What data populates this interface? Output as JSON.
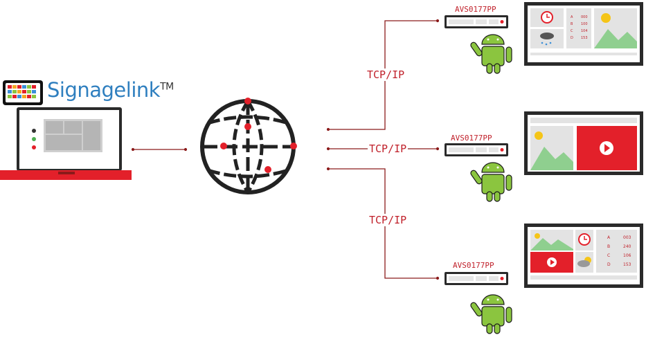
{
  "brand": {
    "name": "Signagelink",
    "trademark": "TM"
  },
  "connections": [
    {
      "protocol_label": "TCP/IP",
      "device_label": "AVS0177PP"
    },
    {
      "protocol_label": "TCP/IP",
      "device_label": "AVS0177PP"
    },
    {
      "protocol_label": "TCP/IP",
      "device_label": "AVS0177PP"
    }
  ],
  "screens": {
    "top_table": {
      "rows": [
        [
          "A",
          "000"
        ],
        [
          "B",
          "100"
        ],
        [
          "C",
          "104"
        ],
        [
          "D",
          "153"
        ]
      ]
    },
    "bottom_table": {
      "rows": [
        [
          "A",
          "003"
        ],
        [
          "B",
          "240"
        ],
        [
          "C",
          "106"
        ],
        [
          "D",
          "153"
        ]
      ]
    }
  },
  "colors": {
    "accent_red": "#e3202a",
    "dark_red": "#8b1a1a",
    "frame_dark": "#2a2a2a",
    "green_image": "#8fcf8f",
    "android_green": "#8bc53f",
    "logo_blue": "#2f7fbf"
  }
}
